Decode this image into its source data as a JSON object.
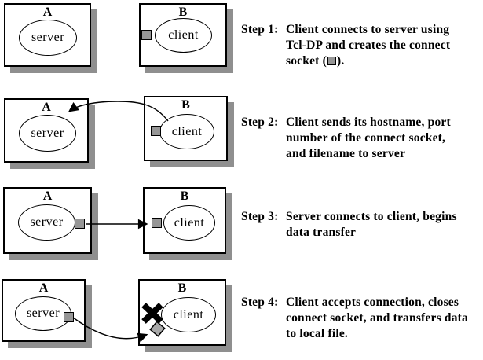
{
  "diagram": {
    "machine_a_label": "A",
    "machine_b_label": "B",
    "server_label": "server",
    "client_label": "client",
    "colors": {
      "socket_gray": "#969696",
      "diamond_gray": "#a8a8a8",
      "shadow_gray": "#8f8f8f",
      "line_black": "#000000",
      "background": "#ffffff"
    },
    "icons": {
      "connect_socket": "gray-square-socket",
      "closed_socket": "black-x-mark",
      "transfer_socket": "gray-diamond-socket",
      "arrow": "black-arrowhead"
    }
  },
  "steps": [
    {
      "label": "Step 1:",
      "lines": [
        "Client connects to server using",
        "Tcl-DP and creates the connect"
      ],
      "socket_line_prefix": "socket (",
      "socket_line_suffix": ")."
    },
    {
      "label": "Step 2:",
      "lines": [
        "Client sends its hostname, port",
        "number of the connect socket,",
        "and filename to server"
      ]
    },
    {
      "label": "Step 3:",
      "lines": [
        "Server connects to client, begins",
        "data transfer"
      ]
    },
    {
      "label": "Step 4:",
      "lines": [
        "Client accepts connection, closes",
        "connect socket, and transfers data",
        "to local file."
      ]
    }
  ]
}
